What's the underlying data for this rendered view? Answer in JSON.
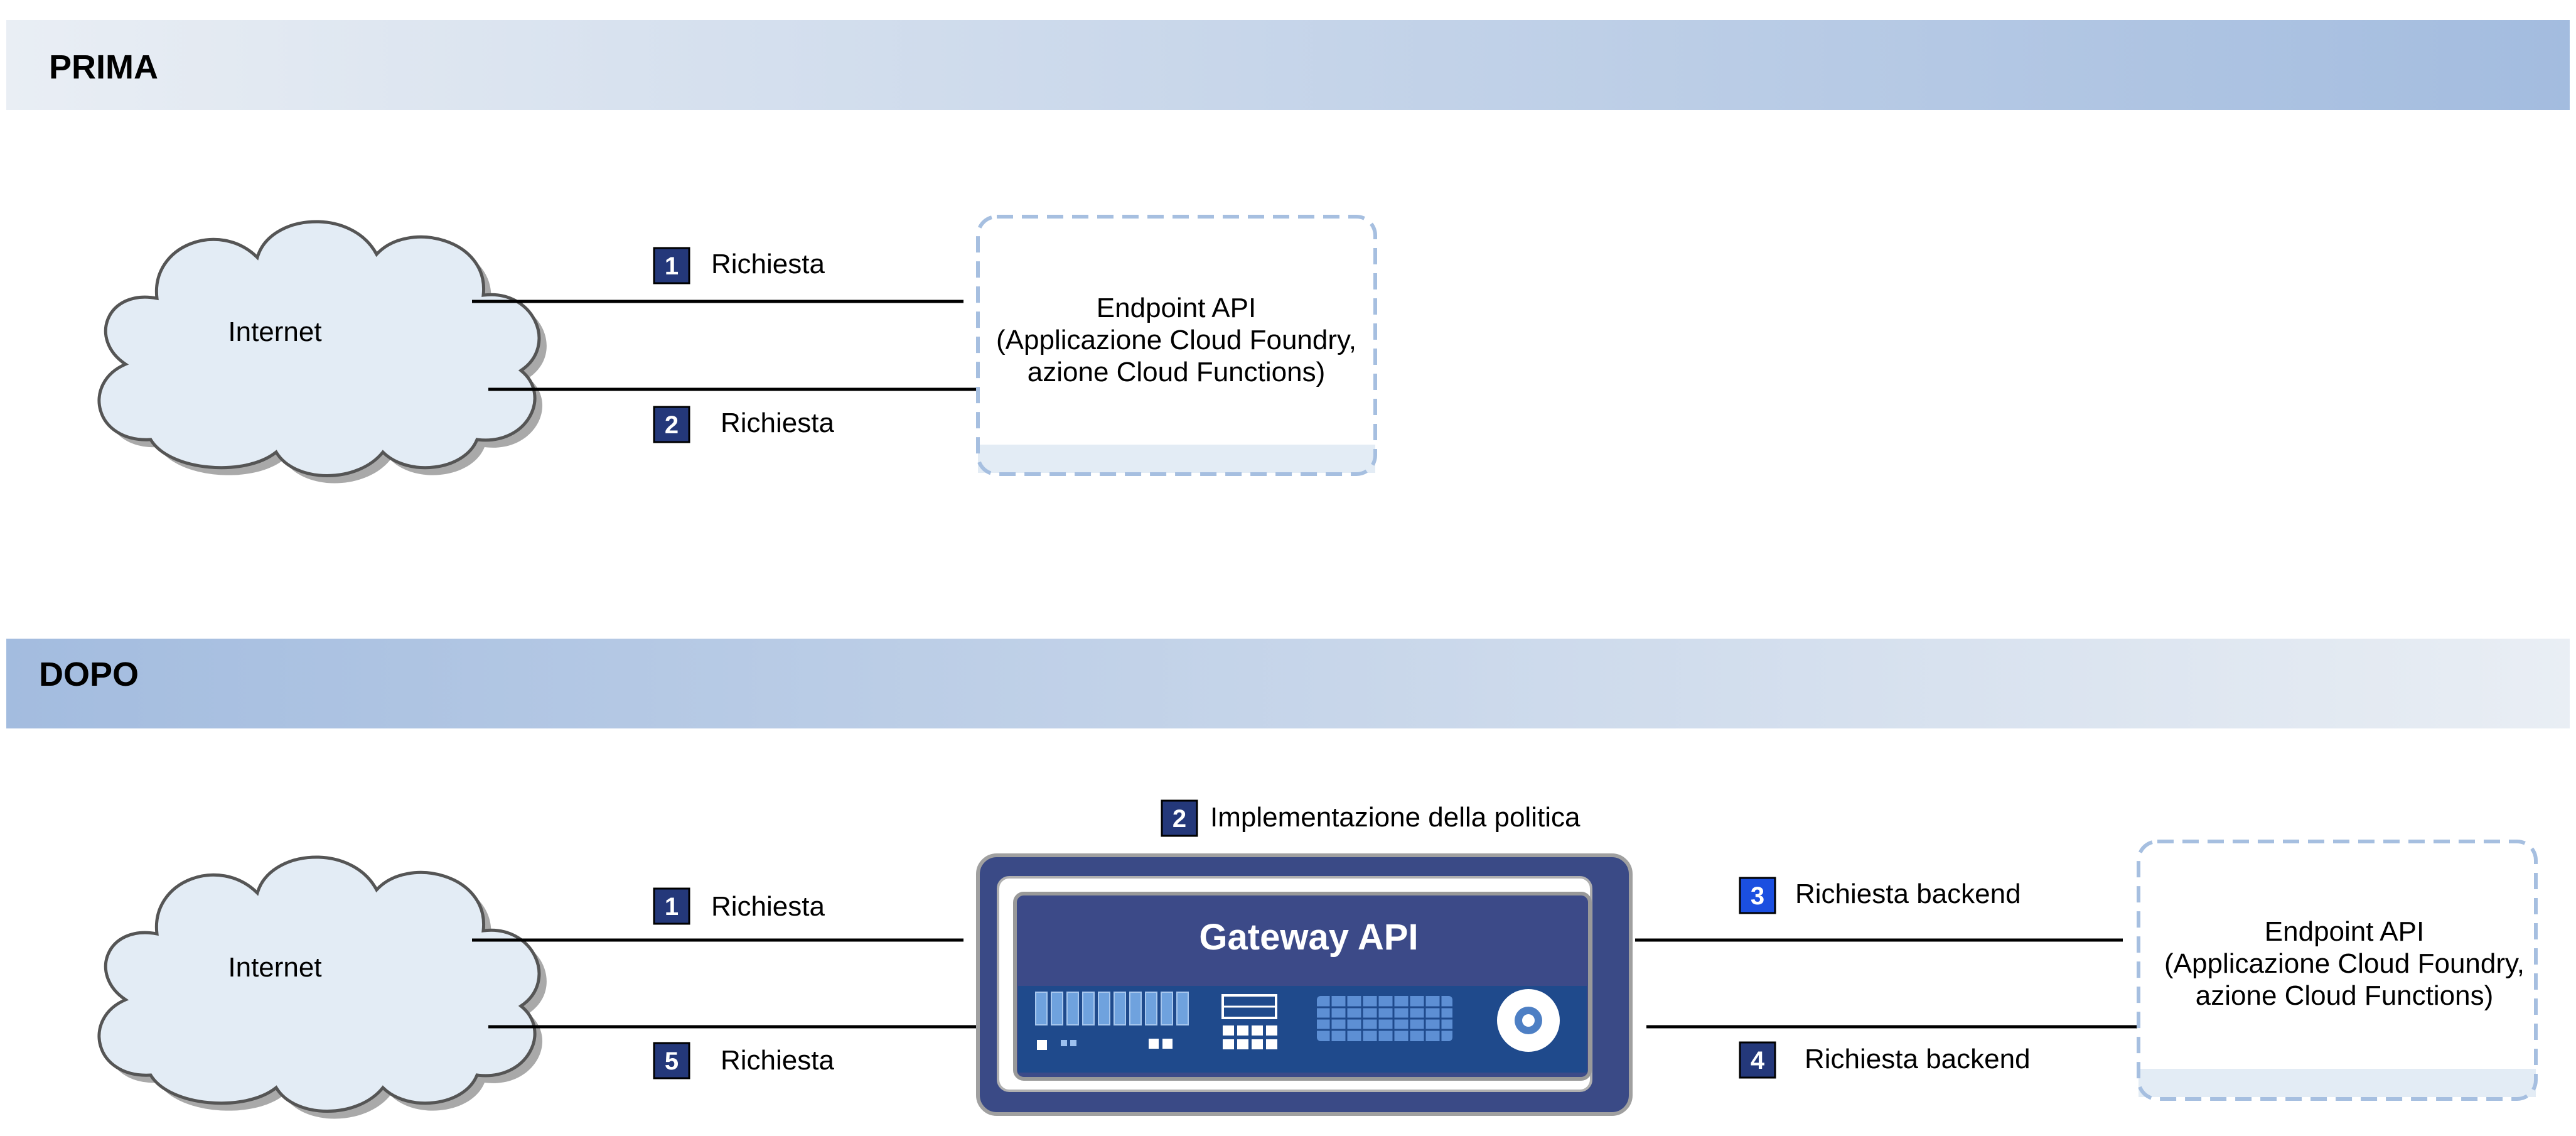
{
  "colors": {
    "band": "#a3bcdf",
    "band_light": "#e9eef4",
    "cloud_fill": "#e3ecf5",
    "cloud_shadow": "#a9a9a9",
    "cloud_stroke": "#555555",
    "badge_dark": "#24387a",
    "badge_bright": "#1b4fe0",
    "dashed_border": "#a6bfe0",
    "gateway_outer": "#3a4a86",
    "gateway_inner": "#3c4a88",
    "gateway_panel": "#1f4a8c",
    "line": "#000000"
  },
  "prima": {
    "title": "PRIMA",
    "cloud_label": "Internet",
    "request": {
      "badge": "1",
      "label": "Richiesta"
    },
    "response": {
      "badge": "2",
      "label": "Richiesta"
    },
    "endpoint": {
      "line1": "Endpoint API",
      "line2": "(Applicazione Cloud Foundry,",
      "line3": "azione Cloud Functions)"
    }
  },
  "dopo": {
    "title": "DOPO",
    "cloud_label": "Internet",
    "request": {
      "badge": "1",
      "label": "Richiesta"
    },
    "response": {
      "badge": "5",
      "label": "Richiesta"
    },
    "policy": {
      "badge": "2",
      "label": "Implementazione della politica"
    },
    "gateway_label": "Gateway API",
    "backend_request": {
      "badge": "3",
      "label": "Richiesta backend"
    },
    "backend_response": {
      "badge": "4",
      "label": "Richiesta backend"
    },
    "endpoint": {
      "line1": "Endpoint API",
      "line2": "(Applicazione Cloud Foundry,",
      "line3": "azione Cloud Functions)"
    }
  }
}
